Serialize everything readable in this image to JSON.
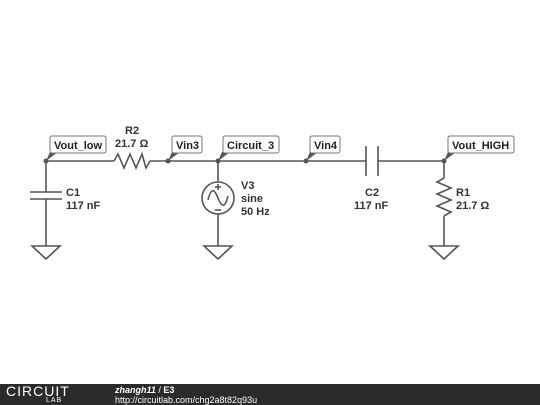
{
  "labels": {
    "vout_low": "Vout_low",
    "vin3": "Vin3",
    "circuit_3": "Circuit_3",
    "vin4": "Vin4",
    "vout_high": "Vout_HIGH"
  },
  "components": {
    "r2": {
      "name": "R2",
      "value": "21.7 Ω"
    },
    "c1": {
      "name": "C1",
      "value": "117 nF"
    },
    "v3": {
      "name": "V3",
      "type": "sine",
      "freq": "50 Hz"
    },
    "c2": {
      "name": "C2",
      "value": "117 nF"
    },
    "r1": {
      "name": "R1",
      "value": "21.7 Ω"
    }
  },
  "footer": {
    "logo_main": "CIRCUIT",
    "logo_sub": "LAB",
    "user": "zhangh11",
    "separator": "/",
    "title": "E3",
    "url": "http://circuitlab.com/chg2a8t82q93u"
  },
  "colors": {
    "wire": "#555555",
    "footer_bg": "#2b2b2b"
  }
}
